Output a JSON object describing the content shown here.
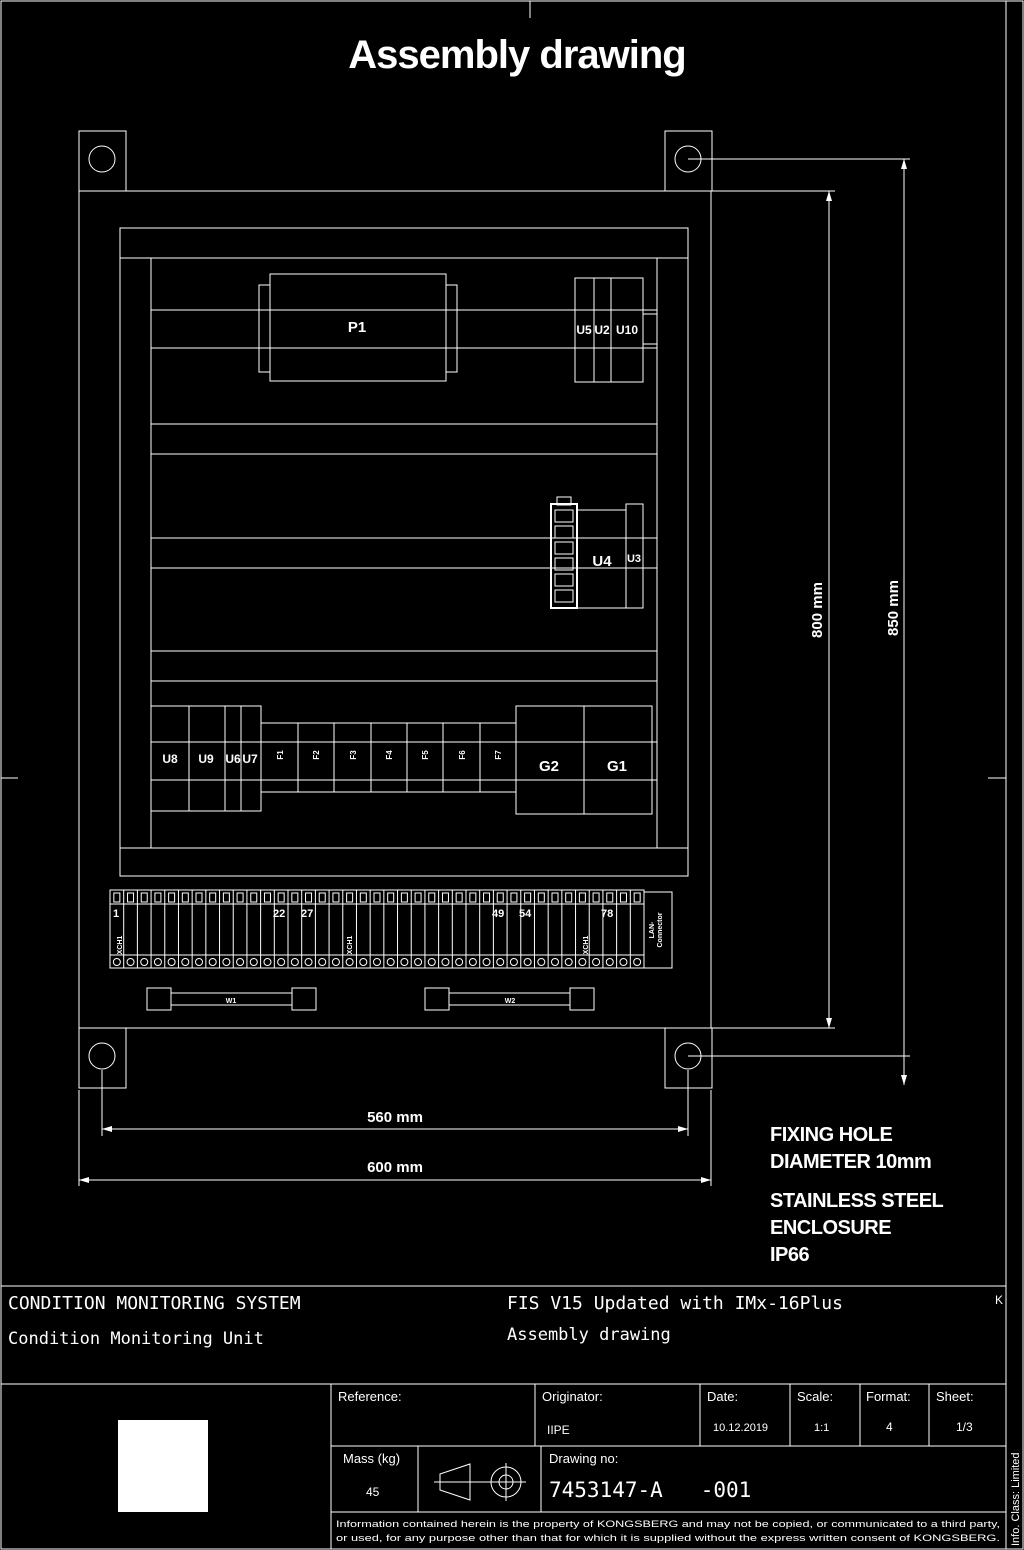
{
  "drawing": {
    "title": "Assembly drawing",
    "components": {
      "p1": "P1",
      "u5": "U5",
      "u2": "U2",
      "u10": "U10",
      "u4": "U4",
      "u3": "U3",
      "u8": "U8",
      "u9": "U9",
      "u6": "U6",
      "u7": "U7",
      "f1": "F1",
      "f2": "F2",
      "f3": "F3",
      "f4": "F4",
      "f5": "F5",
      "f6": "F6",
      "f7": "F7",
      "g2": "G2",
      "g1": "G1",
      "w1": "W1",
      "w2": "W2",
      "lan_connector_1": "LAN-",
      "lan_connector_2": "Connector"
    },
    "terminals": {
      "n1": "1",
      "n22": "22",
      "n27": "27",
      "n49": "49",
      "n54": "54",
      "n78": "78",
      "xch1_a": "XCH1",
      "xch1_b": "XCH1",
      "xch1_c": "XCH1"
    },
    "dimensions": {
      "d560": "560 mm",
      "d600": "600 mm",
      "d800": "800 mm",
      "d850": "850 mm"
    },
    "notes": {
      "fixing_1": "FIXING HOLE",
      "fixing_2": "DIAMETER 10mm",
      "enclosure_1": "STAINLESS STEEL",
      "enclosure_2": "ENCLOSURE",
      "enclosure_3": "IP66"
    }
  },
  "title_block": {
    "system": "CONDITION MONITORING SYSTEM",
    "unit": "Condition Monitoring Unit",
    "description": "FIS V15 Updated with IMx-16Plus",
    "drawing_name": "Assembly drawing",
    "revision": "K",
    "reference_label": "Reference:",
    "originator_label": "Originator:",
    "originator_value": "IIPE",
    "date_label": "Date:",
    "date_value": "10.12.2019",
    "scale_label": "Scale:",
    "scale_value": "1:1",
    "format_label": "Format:",
    "format_value": "4",
    "sheet_label": "Sheet:",
    "sheet_value": "1/3",
    "mass_label": "Mass (kg)",
    "mass_value": "45",
    "drawing_no_label": "Drawing no:",
    "drawing_no_value": "7453147-A   -001",
    "legal_1": "Information contained herein is the property of KONGSBERG and may not be copied, or communicated to a third party,",
    "legal_2": "or used, for any purpose other than that for which it is supplied without the express written consent of KONGSBERG.",
    "info_class": "Info. Class: Limited"
  }
}
